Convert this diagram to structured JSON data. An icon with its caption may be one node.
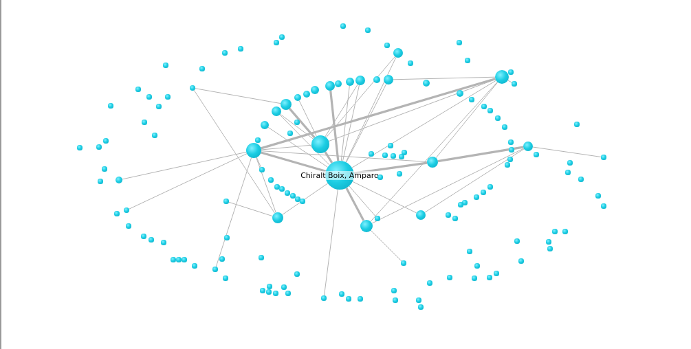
{
  "diagram": {
    "nodes": [
      {
        "text": [
          "Chiralt Boix, Amparo"
        ]
      },
      {
        "text": [],
        "shape": "circle"
      },
      {
        "text": [],
        "shape": "circle"
      },
      {
        "text": [],
        "shape": "circle"
      },
      {
        "text": [],
        "shape": "circle"
      },
      {
        "text": [],
        "shape": "circle"
      },
      {
        "text": [],
        "shape": "circle"
      },
      {
        "text": [],
        "shape": "circle"
      },
      {
        "text": [],
        "shape": "circle"
      },
      {
        "text": [],
        "shape": "circle"
      },
      {
        "text": [],
        "shape": "circle"
      },
      {
        "text": [],
        "shape": "circle"
      },
      {
        "text": [],
        "shape": "circle"
      },
      {
        "text": [],
        "shape": "circle"
      },
      {
        "text": [],
        "shape": "circle"
      },
      {
        "text": [],
        "shape": "circle"
      },
      {
        "text": [],
        "shape": "circle"
      },
      {
        "text": [],
        "shape": "circle"
      },
      {
        "text": [],
        "shape": "circle"
      },
      {
        "text": [],
        "shape": "circle"
      },
      {
        "text": [],
        "shape": "circle"
      },
      {
        "text": [],
        "shape": "circle"
      },
      {
        "text": [],
        "shape": "circle"
      },
      {
        "text": [],
        "shape": "circle"
      },
      {
        "text": [],
        "shape": "circle"
      },
      {
        "text": [],
        "shape": "circle"
      },
      {
        "text": [],
        "shape": "circle"
      },
      {
        "text": [],
        "shape": "circle"
      },
      {
        "text": [],
        "shape": "circle"
      },
      {
        "text": [],
        "shape": "circle"
      },
      {
        "text": [],
        "shape": "circle"
      },
      {
        "text": [],
        "shape": "circle"
      },
      {
        "text": [],
        "shape": "circle"
      },
      {
        "text": [],
        "shape": "circle"
      },
      {
        "text": [],
        "shape": "circle"
      },
      {
        "text": [],
        "shape": "circle"
      },
      {
        "text": [],
        "shape": "circle"
      },
      {
        "text": [],
        "shape": "circle"
      },
      {
        "text": [],
        "shape": "circle"
      },
      {
        "text": [],
        "shape": "circle"
      },
      {
        "text": [],
        "shape": "circle"
      },
      {
        "text": [],
        "shape": "circle"
      },
      {
        "text": [],
        "shape": "circle"
      },
      {
        "text": [],
        "shape": "circle"
      },
      {
        "text": [],
        "shape": "circle"
      },
      {
        "text": [],
        "shape": "circle"
      },
      {
        "text": [],
        "shape": "circle"
      },
      {
        "text": [],
        "shape": "circle"
      },
      {
        "text": [],
        "shape": "circle"
      },
      {
        "text": [],
        "shape": "circle"
      },
      {
        "text": [],
        "shape": "circle"
      },
      {
        "text": [],
        "shape": "circle"
      },
      {
        "text": [],
        "shape": "circle"
      },
      {
        "text": [],
        "shape": "circle"
      },
      {
        "text": [],
        "shape": "circle"
      },
      {
        "text": [],
        "shape": "circle"
      },
      {
        "text": [],
        "shape": "circle"
      },
      {
        "text": [],
        "shape": "circle"
      },
      {
        "text": [],
        "shape": "circle"
      },
      {
        "text": [],
        "shape": "circle"
      },
      {
        "text": [],
        "shape": "circle"
      },
      {
        "text": [],
        "shape": "circle"
      },
      {
        "text": [],
        "shape": "circle"
      },
      {
        "text": [],
        "shape": "circle"
      },
      {
        "text": [],
        "shape": "circle"
      },
      {
        "text": [],
        "shape": "circle"
      },
      {
        "text": [],
        "shape": "circle"
      },
      {
        "text": [],
        "shape": "circle"
      },
      {
        "text": [],
        "shape": "circle"
      },
      {
        "text": [],
        "shape": "circle"
      },
      {
        "text": [],
        "shape": "circle"
      },
      {
        "text": [],
        "shape": "circle"
      },
      {
        "text": [],
        "shape": "circle"
      },
      {
        "text": [],
        "shape": "circle"
      },
      {
        "text": [],
        "shape": "circle"
      },
      {
        "text": [],
        "shape": "circle"
      },
      {
        "text": [],
        "shape": "circle"
      },
      {
        "text": [],
        "shape": "circle"
      },
      {
        "text": [],
        "shape": "circle"
      },
      {
        "text": [],
        "shape": "circle"
      },
      {
        "text": [],
        "shape": "circle"
      },
      {
        "text": [],
        "shape": "circle"
      },
      {
        "text": [],
        "shape": "circle"
      },
      {
        "text": [],
        "shape": "circle"
      },
      {
        "text": [],
        "shape": "circle"
      },
      {
        "text": [],
        "shape": "circle"
      },
      {
        "text": [],
        "shape": "circle"
      },
      {
        "text": [],
        "shape": "circle"
      },
      {
        "text": [],
        "shape": "circle"
      },
      {
        "text": [],
        "shape": "circle"
      },
      {
        "text": [],
        "shape": "circle"
      },
      {
        "text": [],
        "shape": "circle"
      },
      {
        "text": [],
        "shape": "circle"
      },
      {
        "text": [],
        "shape": "circle"
      },
      {
        "text": [],
        "shape": "circle"
      },
      {
        "text": [],
        "shape": "circle"
      },
      {
        "text": [],
        "shape": "circle"
      },
      {
        "text": [],
        "shape": "circle"
      },
      {
        "text": [],
        "shape": "circle"
      },
      {
        "text": [],
        "shape": "circle"
      },
      {
        "text": [],
        "shape": "circle"
      },
      {
        "text": [],
        "shape": "circle"
      },
      {
        "text": [],
        "shape": "circle"
      },
      {
        "text": [],
        "shape": "circle"
      },
      {
        "text": [],
        "shape": "circle"
      },
      {
        "text": [],
        "shape": "circle"
      },
      {
        "text": [],
        "shape": "circle"
      },
      {
        "text": [],
        "shape": "circle"
      },
      {
        "text": [],
        "shape": "circle"
      },
      {
        "text": [],
        "shape": "circle"
      },
      {
        "text": [],
        "shape": "circle"
      },
      {
        "text": [],
        "shape": "circle"
      },
      {
        "text": [],
        "shape": "circle"
      },
      {
        "text": [],
        "shape": "circle"
      },
      {
        "text": [],
        "shape": "circle"
      },
      {
        "text": [],
        "shape": "circle"
      },
      {
        "text": [],
        "shape": "circle"
      },
      {
        "text": [],
        "shape": "circle"
      },
      {
        "text": [],
        "shape": "circle"
      },
      {
        "text": [],
        "shape": "circle"
      },
      {
        "text": [],
        "shape": "circle"
      },
      {
        "text": [],
        "shape": "circle"
      },
      {
        "text": [],
        "shape": "circle"
      },
      {
        "text": [],
        "shape": "circle"
      },
      {
        "text": [],
        "shape": "circle"
      },
      {
        "text": [],
        "shape": "circle"
      },
      {
        "text": [],
        "shape": "circle"
      },
      {
        "text": [],
        "shape": "circle"
      },
      {
        "text": [],
        "shape": "circle"
      },
      {
        "text": [],
        "shape": "circle"
      },
      {
        "text": [],
        "shape": "circle"
      },
      {
        "text": [],
        "shape": "circle"
      },
      {
        "text": [],
        "shape": "circle"
      },
      {
        "text": [],
        "shape": "circle"
      },
      {
        "text": [],
        "shape": "circle"
      },
      {
        "text": [],
        "shape": "circle"
      },
      {
        "text": [],
        "shape": "circle"
      },
      {
        "text": [],
        "shape": "circle"
      },
      {
        "text": [],
        "shape": "circle"
      },
      {
        "text": [],
        "shape": "circle"
      },
      {
        "text": [],
        "shape": "circle"
      }
    ],
    "edges": [
      {
        "from": 0,
        "to": 1,
        "arrow": "none",
        "style": "thick"
      },
      {
        "from": 0,
        "to": 2,
        "arrow": "none",
        "style": "thick"
      },
      {
        "from": 2,
        "to": 3,
        "arrow": "none",
        "style": "thick"
      },
      {
        "from": 2,
        "to": 1,
        "arrow": "none"
      },
      {
        "from": 0,
        "to": 4,
        "arrow": "none",
        "style": "thick"
      },
      {
        "from": 4,
        "to": 7,
        "arrow": "none",
        "style": "thick"
      },
      {
        "from": 0,
        "to": 5,
        "arrow": "none",
        "style": "thick"
      },
      {
        "from": 0,
        "to": 3,
        "arrow": "none"
      },
      {
        "from": 1,
        "to": 3,
        "arrow": "none"
      },
      {
        "from": 0,
        "to": 13,
        "arrow": "none",
        "style": "thick"
      },
      {
        "from": 1,
        "to": 20,
        "arrow": "none"
      },
      {
        "from": 14,
        "to": 1,
        "arrow": "none",
        "style": "thick"
      },
      {
        "from": 0,
        "to": 8,
        "arrow": "none"
      },
      {
        "from": 0,
        "to": 6,
        "arrow": "none"
      },
      {
        "from": 6,
        "to": 2,
        "arrow": "none"
      },
      {
        "from": 5,
        "to": 3,
        "arrow": "none"
      },
      {
        "from": 5,
        "to": 7,
        "arrow": "none"
      },
      {
        "from": 24,
        "to": 14,
        "arrow": "none"
      },
      {
        "from": 24,
        "to": 6,
        "arrow": "none"
      },
      {
        "from": 0,
        "to": 9,
        "arrow": "none"
      },
      {
        "from": 9,
        "to": 7,
        "arrow": "none"
      },
      {
        "from": 2,
        "to": 54,
        "arrow": "none"
      },
      {
        "from": 2,
        "to": 4,
        "arrow": "none"
      },
      {
        "from": 0,
        "to": 16,
        "arrow": "none"
      },
      {
        "from": 16,
        "to": 1,
        "arrow": "none"
      },
      {
        "from": 0,
        "to": 17,
        "arrow": "none"
      },
      {
        "from": 0,
        "to": 11,
        "arrow": "none"
      },
      {
        "from": 11,
        "to": 1,
        "arrow": "none"
      },
      {
        "from": 8,
        "to": 1,
        "arrow": "none"
      },
      {
        "from": 0,
        "to": 12,
        "arrow": "none"
      },
      {
        "from": 0,
        "to": 10,
        "arrow": "none"
      },
      {
        "from": 3,
        "to": 10,
        "arrow": "none"
      },
      {
        "from": 3,
        "to": 4,
        "arrow": "none"
      },
      {
        "from": 100,
        "to": 2,
        "arrow": "none"
      },
      {
        "from": 5,
        "to": 120,
        "arrow": "none"
      },
      {
        "from": 2,
        "to": 25,
        "arrow": "none"
      },
      {
        "from": 2,
        "to": 26,
        "arrow": "none"
      },
      {
        "from": 3,
        "to": 38,
        "arrow": "none"
      },
      {
        "from": 7,
        "to": 86,
        "arrow": "none"
      },
      {
        "from": 0,
        "to": 96,
        "arrow": "none"
      },
      {
        "from": 6,
        "to": 97,
        "arrow": "none"
      },
      {
        "from": 0,
        "to": 110,
        "arrow": "none"
      }
    ]
  }
}
